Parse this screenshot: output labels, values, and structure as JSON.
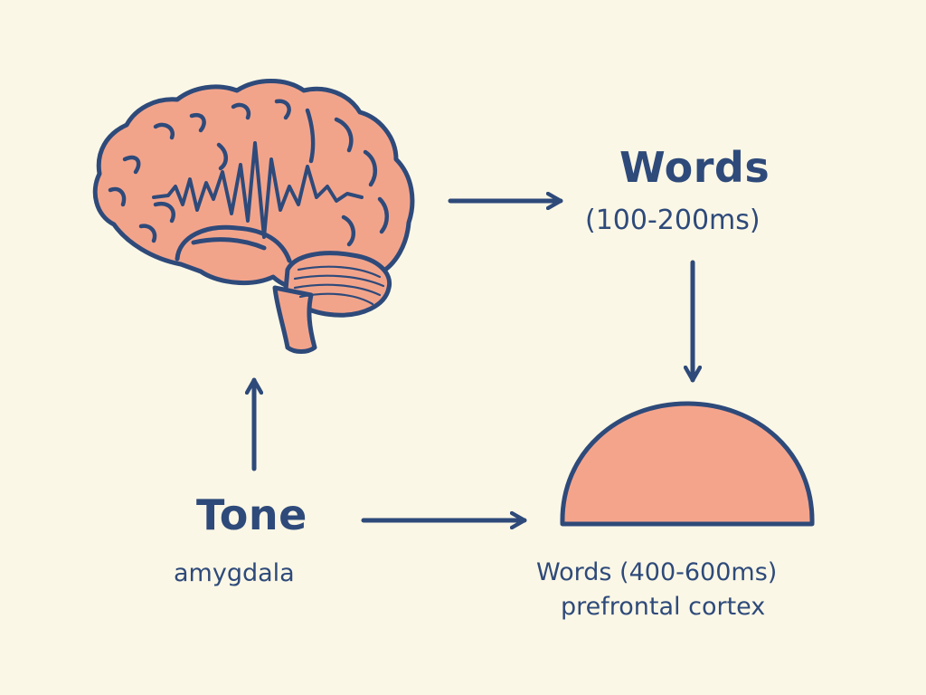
{
  "colors": {
    "background": "#fbf7e6",
    "ink": "#2e4a7a",
    "brain_fill": "#f2a48b",
    "dome_fill": "#f5a48c"
  },
  "nodes": {
    "brain": {
      "icon": "brain-icon"
    },
    "words_fast": {
      "title": "Words",
      "timing": "(100-200ms)"
    },
    "tone": {
      "title": "Tone",
      "region": "amygdala"
    },
    "words_slow": {
      "line1": "Words (400-600ms)",
      "line2": "prefrontal cortex",
      "icon": "dome-icon"
    }
  },
  "edges": [
    {
      "from": "brain",
      "to": "words_fast"
    },
    {
      "from": "words_fast",
      "to": "words_slow"
    },
    {
      "from": "tone",
      "to": "brain"
    },
    {
      "from": "tone",
      "to": "words_slow"
    }
  ]
}
